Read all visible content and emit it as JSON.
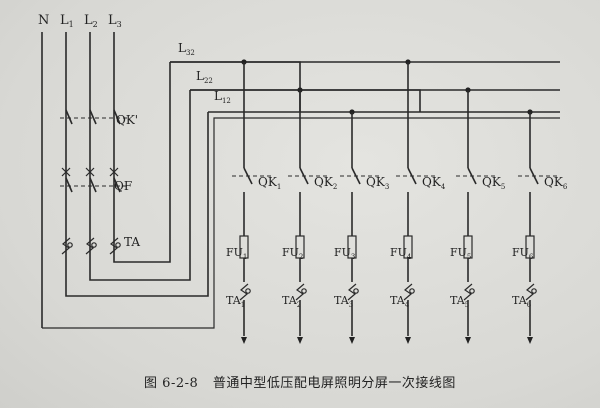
{
  "bus_labels": {
    "N": "N",
    "L1": "L1",
    "L2": "L2",
    "L3": "L3"
  },
  "feeder_labels": [
    "L32",
    "L22",
    "L12"
  ],
  "main_switch": "QK'",
  "breaker": "QF",
  "ct": "TA",
  "branches": [
    {
      "switch": "QK1",
      "fuse": "FU1",
      "ct": "TA1"
    },
    {
      "switch": "QK2",
      "fuse": "FU2",
      "ct": "TA2"
    },
    {
      "switch": "QK3",
      "fuse": "FU3",
      "ct": "TA3"
    },
    {
      "switch": "QK4",
      "fuse": "FU4",
      "ct": "TA4"
    },
    {
      "switch": "QK5",
      "fuse": "FU5",
      "ct": "TA5"
    },
    {
      "switch": "QK6",
      "fuse": "FU6",
      "ct": "TA6"
    }
  ],
  "caption": {
    "number": "图 6-2-8",
    "title": "普通中型低压配电屏照明分屏一次接线图"
  }
}
